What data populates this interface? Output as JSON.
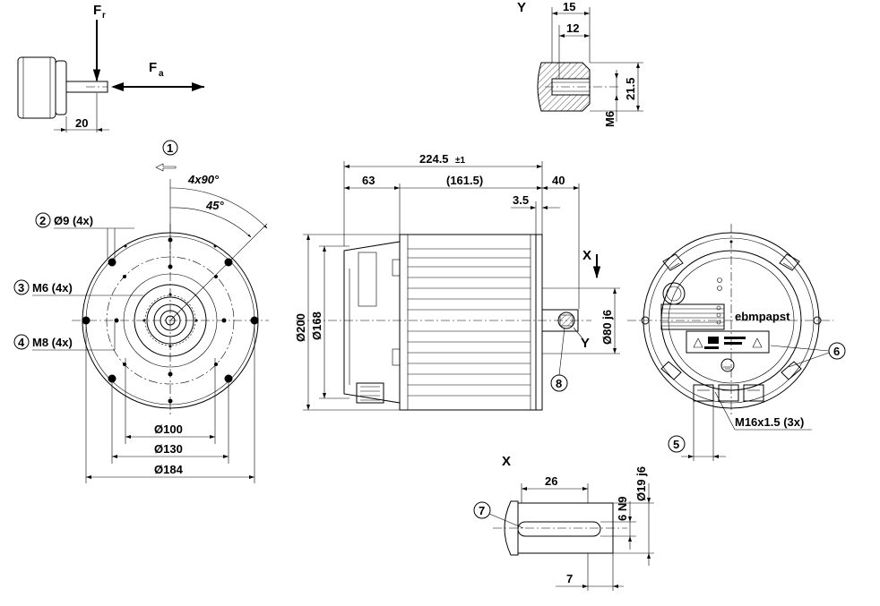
{
  "force_diagram": {
    "force_radial": "F",
    "force_radial_sub": "r",
    "force_axial": "F",
    "force_axial_sub": "a",
    "dim_20": "20"
  },
  "detail_y": {
    "label": "Y",
    "dim_15": "15",
    "dim_12": "12",
    "dim_21_5": "21.5",
    "thread": "M6"
  },
  "front_view": {
    "callout_1": "1",
    "angle_4x90": "4x90°",
    "angle_45": "45°",
    "callout_2": "2",
    "label_2": "Ø9 (4x)",
    "callout_3": "3",
    "label_3": "M6 (4x)",
    "callout_4": "4",
    "label_4": "M8 (4x)",
    "dia_100": "Ø100",
    "dia_130": "Ø130",
    "dia_184": "Ø184"
  },
  "side_view": {
    "dim_total": "224.5",
    "dim_total_tol": "±1",
    "dim_63": "63",
    "dim_161_5": "(161.5)",
    "dim_40": "40",
    "dim_3_5": "3.5",
    "view_x": "X",
    "view_y": "Y",
    "dia_200": "Ø200",
    "dia_168": "Ø168",
    "dia_80": "Ø80 j6",
    "callout_8": "8"
  },
  "rear_view": {
    "brand": "ebmpapst",
    "callout_6": "6",
    "callout_5": "5",
    "cable_gland": "M16x1.5 (3x)"
  },
  "shaft_detail": {
    "view_label": "X",
    "dim_26": "26",
    "dim_6n9": "6 N9",
    "dia_19": "Ø19 j6",
    "dim_7": "7",
    "callout_7": "7"
  }
}
